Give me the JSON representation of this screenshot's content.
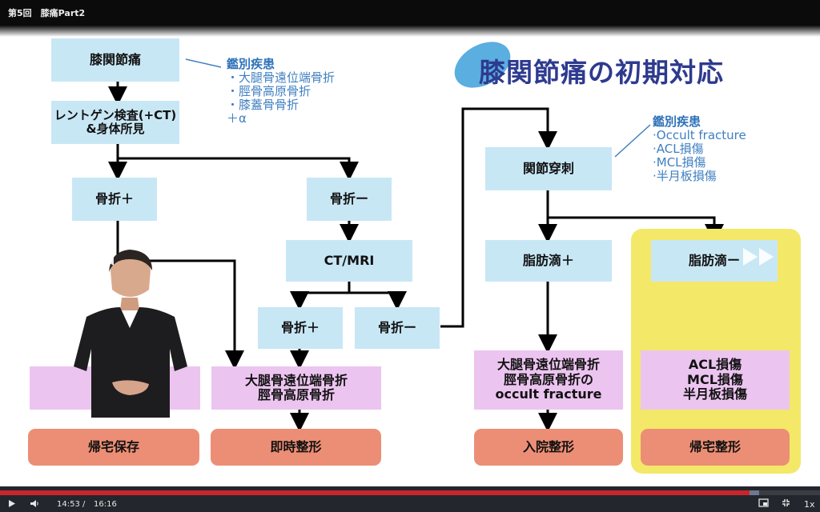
{
  "video": {
    "title": "第5回　膝痛Part2",
    "current_time": "14:53",
    "separator": "/",
    "duration": "16:16",
    "progress": 0.914,
    "speed_label": "1x",
    "colors": {
      "progress": "#c8262c",
      "buffer": "#6d7990",
      "bar": "#23262d"
    }
  },
  "slide": {
    "title": "膝関節痛の初期対応",
    "left_column": {
      "start": "膝関節痛",
      "exam": "レントゲン検査(+CT)\n&身体所見",
      "fracture_pos": "骨折＋",
      "fracture_neg": "骨折ー",
      "ct_mri": "CT/MRI",
      "ct_fracture_pos": "骨折＋",
      "ct_fracture_neg": "骨折ー",
      "hidden_result_left": "帰宅保存",
      "fracture_diagnosis": "大腿骨遠位端骨折\n脛骨高原骨折",
      "immediate_ortho": "即時整形"
    },
    "note_left": {
      "heading": "鑑別疾患",
      "items": [
        "・大腿骨遠位端骨折",
        "・脛骨高原骨折",
        "・膝蓋骨骨折"
      ],
      "extra": "＋α"
    },
    "right_column": {
      "aspiration": "関節穿刺",
      "fat_pos": "脂肪滴＋",
      "fat_neg": "脂肪滴ー",
      "occult_diagnosis": "大腿骨遠位端骨折\n脛骨高原骨折の\noccult fracture",
      "ligament_diagnosis": "ACL損傷\nMCL損傷\n半月板損傷",
      "admission_ortho": "入院整形",
      "home_ortho": "帰宅整形"
    },
    "note_right": {
      "heading": "鑑別疾患",
      "items": [
        "·Occult fracture",
        "·ACL損傷",
        "·MCL損傷",
        "·半月板損傷"
      ]
    },
    "colors": {
      "blue_box": "#c8e7f5",
      "pink_box": "#ecc4f0",
      "orange_box": "#ec8e75",
      "highlight": "#f4e868",
      "title": "#2e3a8f",
      "note": "#3f7fc1"
    }
  }
}
